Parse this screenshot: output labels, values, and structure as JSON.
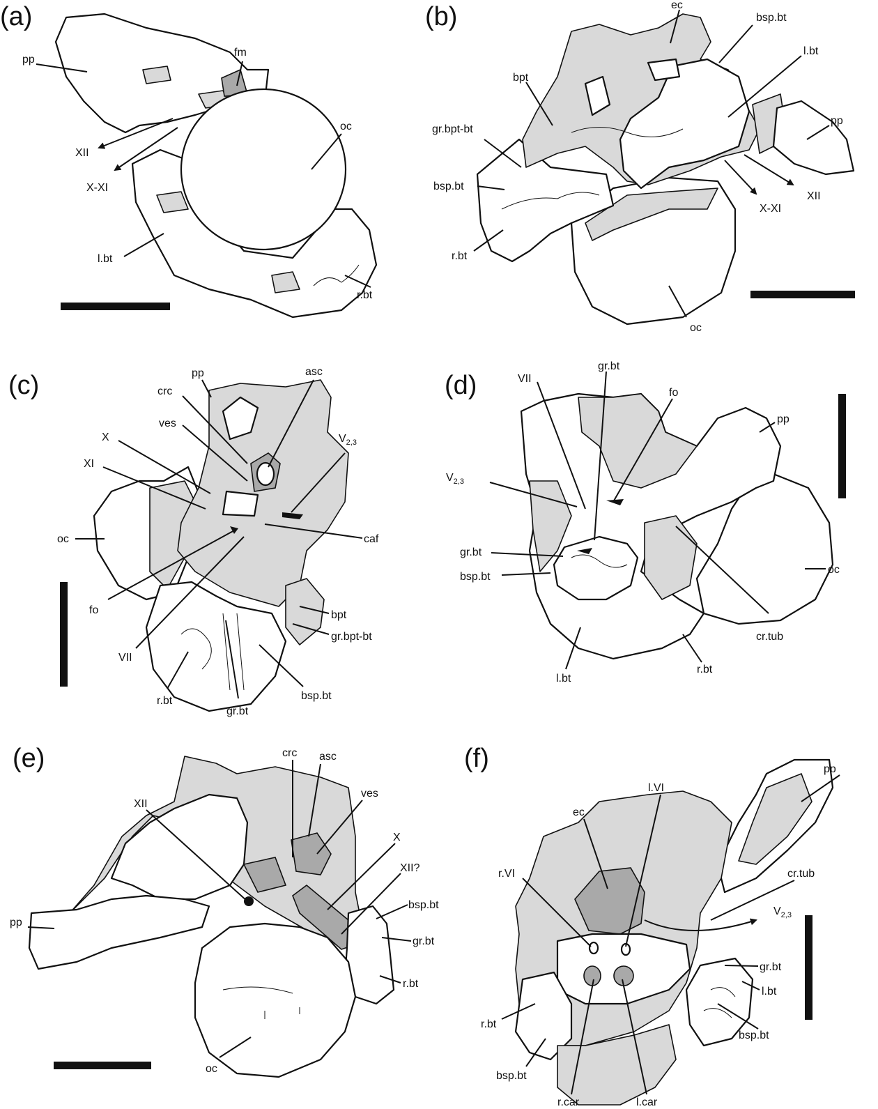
{
  "panels": {
    "a": {
      "letter": "(a)",
      "labels": {
        "pp": "pp",
        "fm": "fm",
        "oc": "oc",
        "XII": "XII",
        "X_XI": "X-XI",
        "l_bt": "l.bt",
        "r_bt": "r.bt"
      }
    },
    "b": {
      "letter": "(b)",
      "labels": {
        "ec": "ec",
        "bsp_bt_top": "bsp.bt",
        "l_bt": "l.bt",
        "bpt": "bpt",
        "gr_bpt_bt": "gr.bpt-bt",
        "pp": "pp",
        "bsp_bt": "bsp.bt",
        "XII": "XII",
        "X_XI": "X-XI",
        "r_bt": "r.bt",
        "oc": "oc"
      }
    },
    "c": {
      "letter": "(c)",
      "labels": {
        "pp": "pp",
        "asc": "asc",
        "crc": "crc",
        "ves": "ves",
        "X": "X",
        "V": "V",
        "V_sub": "2,3",
        "XI": "XI",
        "oc": "oc",
        "caf": "caf",
        "fo": "fo",
        "bpt": "bpt",
        "gr_bpt_bt": "gr.bpt-bt",
        "VII": "VII",
        "r_bt": "r.bt",
        "bsp_bt": "bsp.bt",
        "gr_bt": "gr.bt"
      }
    },
    "d": {
      "letter": "(d)",
      "labels": {
        "VII": "VII",
        "gr_bt_top": "gr.bt",
        "fo": "fo",
        "pp": "pp",
        "V": "V",
        "V_sub": "2,3",
        "gr_bt": "gr.bt",
        "bsp_bt": "bsp.bt",
        "oc": "oc",
        "cr_tub": "cr.tub",
        "l_bt": "l.bt",
        "r_bt": "r.bt"
      }
    },
    "e": {
      "letter": "(e)",
      "labels": {
        "crc": "crc",
        "asc": "asc",
        "XII": "XII",
        "ves": "ves",
        "X": "X",
        "XII_q": "XII?",
        "bsp_bt": "bsp.bt",
        "pp": "pp",
        "gr_bt": "gr.bt",
        "r_bt": "r.bt",
        "oc": "oc"
      }
    },
    "f": {
      "letter": "(f)",
      "labels": {
        "pp": "pp",
        "l_VI": "l.VI",
        "ec": "ec",
        "cr_tub": "cr.tub",
        "r_VI": "r.VI",
        "V": "V",
        "V_sub": "2,3",
        "gr_bt": "gr.bt",
        "l_bt": "l.bt",
        "r_bt": "r.bt",
        "bsp_bt_right": "bsp.bt",
        "bsp_bt_left": "bsp.bt",
        "r_car": "r.car",
        "l_car": "l.car"
      }
    }
  },
  "colors": {
    "shade": "#d9d9d9",
    "dark_shade": "#a9a9a9",
    "ink": "#111111"
  }
}
